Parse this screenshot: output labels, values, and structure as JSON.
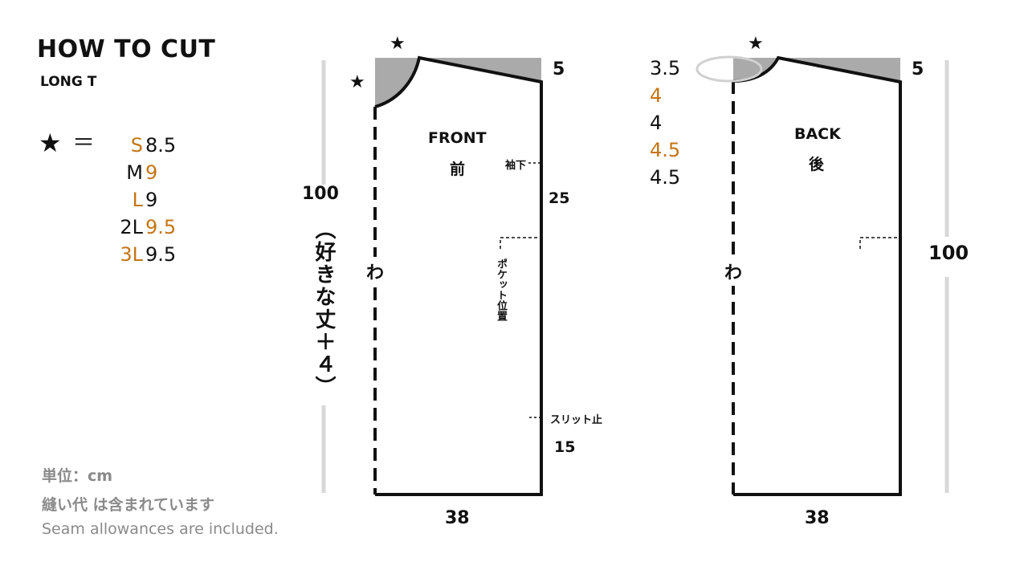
{
  "header": {
    "title": "HOW TO CUT",
    "subtitle": "LONG T"
  },
  "legend": {
    "star_symbol": "★",
    "equals": "＝",
    "sizes": [
      {
        "size": "S",
        "value": "8.5"
      },
      {
        "size": "M",
        "value": "9"
      },
      {
        "size": "L",
        "value": "9"
      },
      {
        "size": "2L",
        "value": "9.5"
      },
      {
        "size": "3L",
        "value": "9.5"
      }
    ]
  },
  "notes": {
    "unit": "単位：cm",
    "seam_jp": "縫い代 は含まれています",
    "seam_en": "Seam allowances are included."
  },
  "front": {
    "label_en": "FRONT",
    "label_jp": "前",
    "fold": "わ",
    "star": "★",
    "shoulder_drop": "5",
    "armhole_mark": "袖下",
    "armhole_len": "25",
    "pocket_mark": "ポケット位置",
    "slit_mark": "スリット止",
    "slit_len": "15",
    "width": "38",
    "length": "100",
    "length_note": "（好きな丈＋４）"
  },
  "back": {
    "label_en": "BACK",
    "label_jp": "後",
    "fold": "わ",
    "star": "★",
    "shoulder_drop": "5",
    "neck_depths": [
      "3.5",
      "4",
      "4",
      "4.5",
      "4.5"
    ],
    "width": "38",
    "length": "100"
  },
  "colors": {
    "accent": "#c47516",
    "note": "#8a8a8a",
    "fill": "#aaaaaa",
    "guide": "#d8d8d8"
  }
}
